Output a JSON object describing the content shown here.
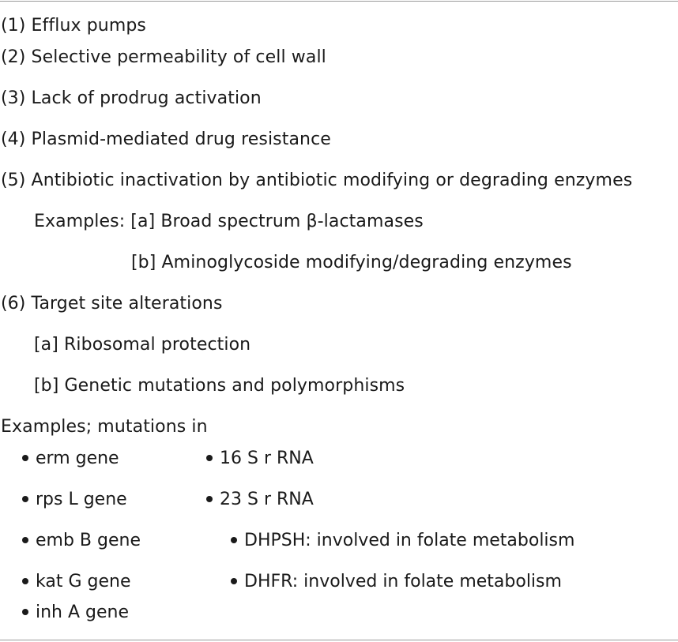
{
  "items": {
    "i1": "(1) Efflux pumps",
    "i2": "(2) Selective permeability of cell wall",
    "i3": "(3) Lack of prodrug activation",
    "i4": "(4) Plasmid-mediated drug resistance",
    "i5": "(5) Antibiotic inactivation by antibiotic modifying or degrading enzymes",
    "i5a": "Examples: [a] Broad spectrum β-lactamases",
    "i5b": "[b] Aminoglycoside modifying/degrading enzymes",
    "i6": "(6) Target site alterations",
    "i6a": "[a] Ribosomal protection",
    "i6b": "[b] Genetic mutations and polymorphisms"
  },
  "examples_heading": "Examples; mutations in",
  "bullets": {
    "b1": "erm gene",
    "b2": "rps L gene",
    "b3": "emb B gene",
    "b4": "kat G gene",
    "b5": "inh A gene",
    "c1": "16 S r RNA",
    "c2": "23 S r RNA",
    "d1": "DHPSH: involved in folate metabolism",
    "d2": "DHFR: involved in folate metabolism"
  }
}
